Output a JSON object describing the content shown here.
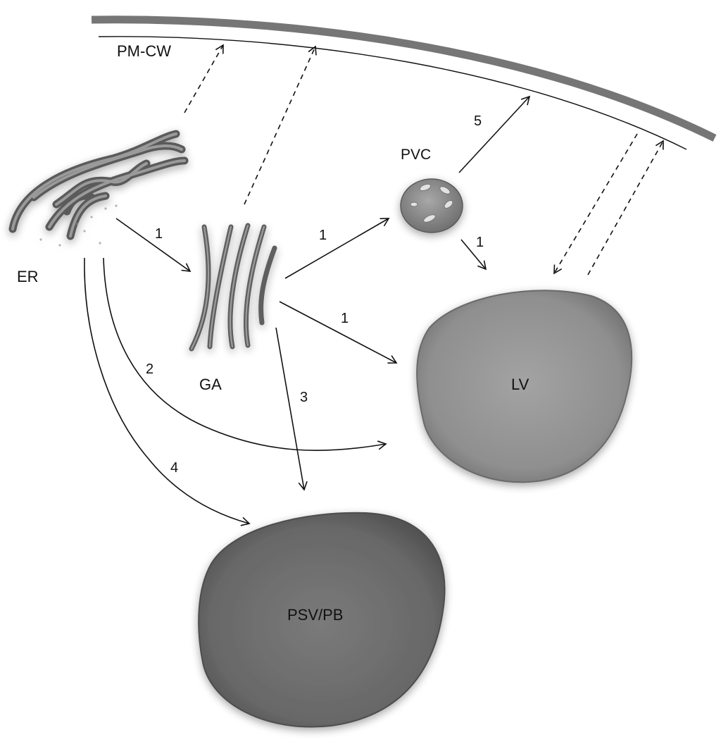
{
  "labels": {
    "pm_cw": "PM-CW",
    "er": "ER",
    "ga": "GA",
    "pvc": "PVC",
    "lv": "LV",
    "psv_pb": "PSV/PB"
  },
  "pathways": {
    "er_to_ga": "1",
    "ga_to_pvc": "1",
    "pvc_to_lv": "1",
    "ga_to_lv": "1",
    "er_to_lv": "2",
    "ga_to_psv": "3",
    "er_to_psv": "4",
    "pvc_to_pm": "5"
  },
  "colors": {
    "cell_wall": "#767676",
    "organelle_fill": "#8a8a8a",
    "organelle_dark": "#5e5e5e",
    "arrow": "#111111"
  }
}
